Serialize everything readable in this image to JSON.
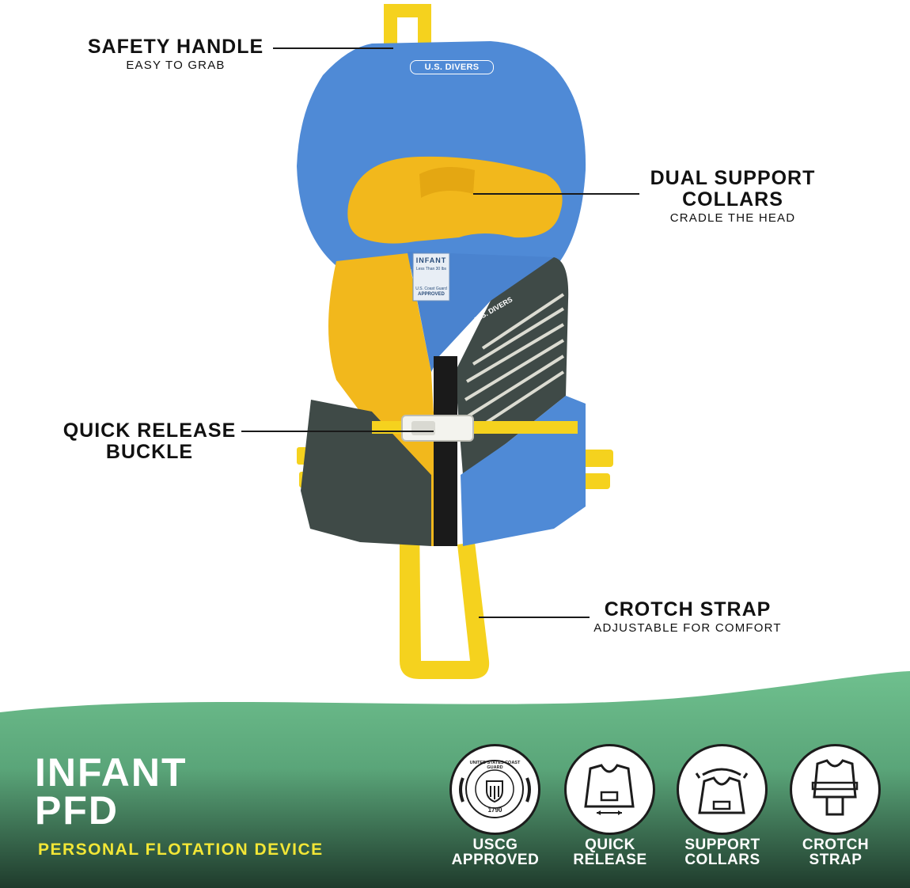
{
  "callouts": {
    "safety_handle": {
      "title": "SAFETY HANDLE",
      "subtitle": "EASY TO GRAB"
    },
    "dual_support": {
      "title": "DUAL SUPPORT COLLARS",
      "subtitle": "CRADLE THE HEAD"
    },
    "quick_release": {
      "title": "QUICK RELEASE BUCKLE"
    },
    "crotch_strap": {
      "title": "CROTCH STRAP",
      "subtitle": "ADJUSTABLE FOR COMFORT"
    }
  },
  "vest": {
    "brand": "U.S. DIVERS",
    "tag_size": "INFANT",
    "tag_weight": "Less Than 30 lbs",
    "tag_approval": "U.S. Coast Guard",
    "tag_approved": "APPROVED"
  },
  "band": {
    "title_line1": "INFANT",
    "title_line2": "PFD",
    "subtitle": "PERSONAL FLOTATION DEVICE"
  },
  "badges": [
    {
      "label_line1": "USCG",
      "label_line2": "APPROVED",
      "seal_text": "UNITED STATES COAST GUARD",
      "seal_year": "1790"
    },
    {
      "label_line1": "QUICK",
      "label_line2": "RELEASE"
    },
    {
      "label_line1": "SUPPORT",
      "label_line2": "COLLARS"
    },
    {
      "label_line1": "CROTCH",
      "label_line2": "STRAP"
    }
  ],
  "colors": {
    "vest_blue": "#4f8ad6",
    "vest_yellow": "#f2b81c",
    "vest_gray": "#3f4a47",
    "strap_yellow": "#f5d21e",
    "band_green": "#6fc08e",
    "band_dark": "#1f3b2c",
    "subtitle_yellow": "#f2e636"
  }
}
